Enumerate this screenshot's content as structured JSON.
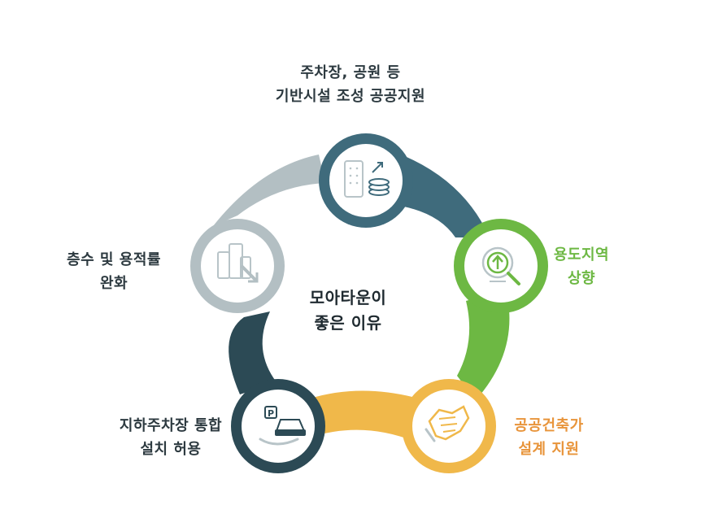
{
  "center": {
    "line1": "모아타운이",
    "line2": "좋은 이유"
  },
  "colors": {
    "top": "#3f6b7c",
    "right": "#6db843",
    "bottom_right": "#f0b84a",
    "bottom_left": "#2c4a55",
    "left": "#b3bfc3",
    "label_dark": "#2d3a40",
    "label_green": "#6db843",
    "label_orange": "#e8943a"
  },
  "nodes": [
    {
      "id": "top",
      "icon": "building-coins-icon",
      "label_lines": [
        "주차장, 공원 등",
        "기반시설 조성 공공지원"
      ]
    },
    {
      "id": "right",
      "icon": "magnifier-up-arrow-icon",
      "label_lines": [
        "용도지역",
        "상향"
      ]
    },
    {
      "id": "bottom_right",
      "icon": "handshake-icon",
      "label_lines": [
        "공공건축가",
        "설계 지원"
      ]
    },
    {
      "id": "bottom_left",
      "icon": "parking-car-hand-icon",
      "label_lines": [
        "지하주차장 통합",
        "설치 허용"
      ]
    },
    {
      "id": "left",
      "icon": "buildings-down-arrow-icon",
      "label_lines": [
        "층수 및 용적률",
        "완화"
      ]
    }
  ]
}
